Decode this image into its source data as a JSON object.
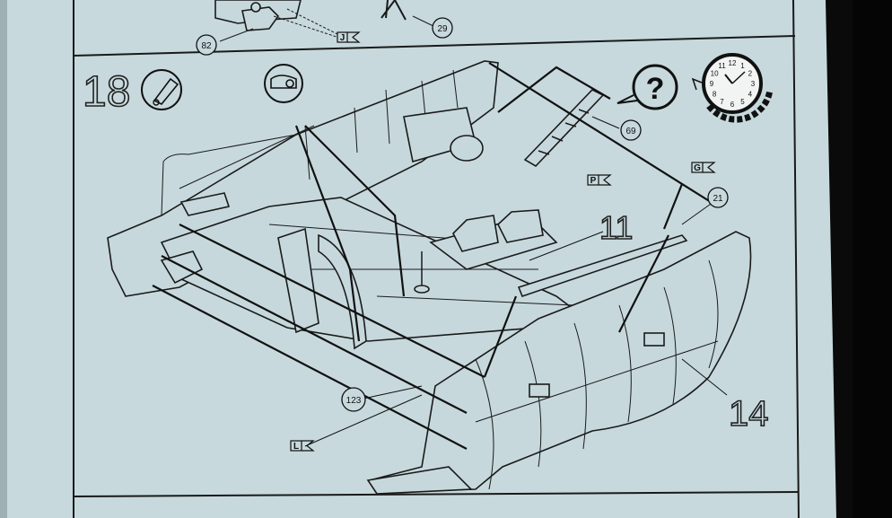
{
  "step": {
    "number": "18",
    "icons": [
      "glue-icon",
      "decal-icon",
      "optional-icon",
      "clock-icon"
    ],
    "optional_symbol": "?",
    "clock_numbers": [
      "12",
      "1",
      "2",
      "3",
      "4",
      "5",
      "6",
      "7",
      "8",
      "9",
      "10",
      "11"
    ]
  },
  "previous_step_labels": {
    "part_82": "82",
    "part_29": "29",
    "sprue_J": "J"
  },
  "part_labels": {
    "part_69": "69",
    "part_21": "21",
    "part_123": "123",
    "part_11": "11",
    "part_14": "14",
    "sprue_P": "P",
    "sprue_G": "G",
    "sprue_L": "L"
  },
  "colors": {
    "paper": "#c7d9dd",
    "ink": "#1a1a1a",
    "background": "#0a0a0a"
  }
}
